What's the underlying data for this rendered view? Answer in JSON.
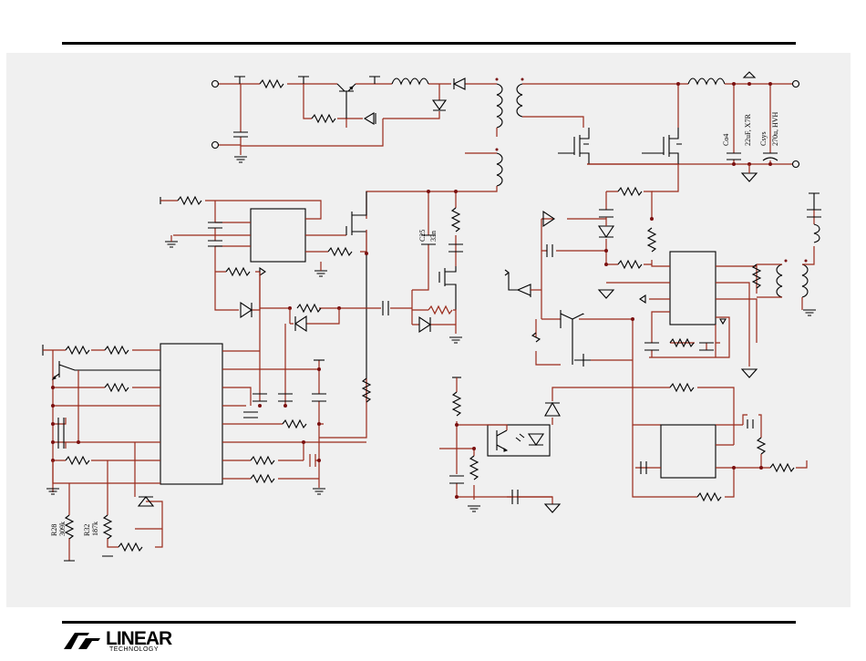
{
  "labels": {
    "c25_ref": "C25",
    "c25_val": "33n",
    "co4_ref": "Co4",
    "co4_val": "22uF, X7R",
    "csys_ref": "Csys",
    "csys_val": "270u, HVH",
    "r28_ref": "R28",
    "r28_val": "309k",
    "r32_ref": "R32",
    "r32_val": "187k"
  },
  "logo": {
    "word": "LINEAR",
    "sub": "TECHNOLOGY"
  }
}
